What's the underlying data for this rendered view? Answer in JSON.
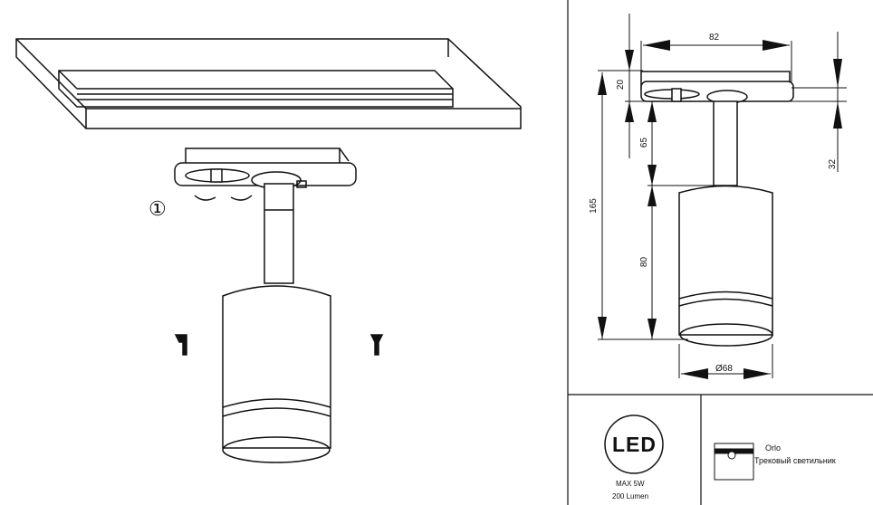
{
  "step_marker": "①",
  "dimensions": {
    "width_top": "82",
    "mount_height": "20",
    "stem_length": "65",
    "total_height": "165",
    "body_height": "80",
    "adapter_height": "32",
    "diameter": "Ø68"
  },
  "spec": {
    "led_logo": "LED",
    "power": "MAX 5W",
    "lumen": "200 Lumen"
  },
  "product": {
    "name": "Orlo",
    "type": "Трековый светильник"
  }
}
